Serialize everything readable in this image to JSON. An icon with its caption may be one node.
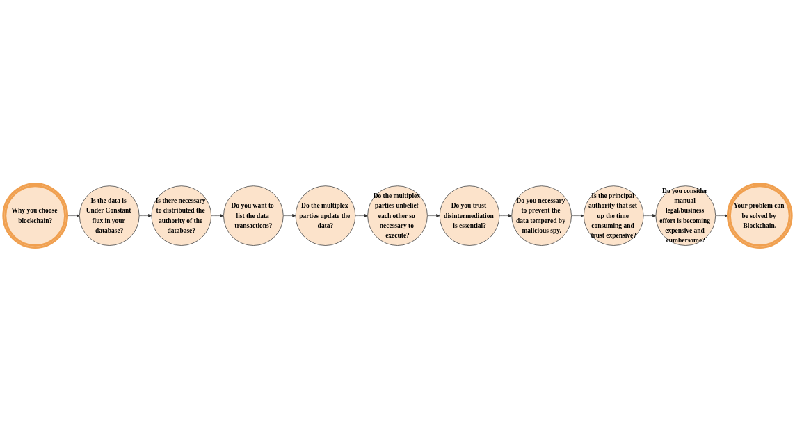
{
  "diagram": {
    "nodes": [
      {
        "text": [
          "Why you choose blockchain?"
        ]
      },
      {
        "text": [
          "Is the data is Under Constant flux in your database?"
        ]
      },
      {
        "text": [
          "Is there necessary to distributed the authority of the database?"
        ]
      },
      {
        "text": [
          "Do you want to list the data transactions?"
        ]
      },
      {
        "text": [
          "Do the multiplex parties update the data?"
        ]
      },
      {
        "text": [
          "Do the multiplex parties unbelief each other so necessary to execute?"
        ]
      },
      {
        "text": [
          "Do you trust disintermediation is essential?"
        ]
      },
      {
        "text": [
          "Do you necessary to prevent the data tempered by malicious spy."
        ]
      },
      {
        "text": [
          "Is the principal authority that set up the time consuming and trust expensive?"
        ]
      },
      {
        "text": [
          "Do you consider manual legal/business effort is becoming expensive and cumbersome?"
        ]
      },
      {
        "text": [
          "Your problem can be solved by Blockchain."
        ]
      }
    ],
    "edges": [
      {
        "from": 0,
        "to": 1,
        "arrow": "to"
      },
      {
        "from": 1,
        "to": 2,
        "arrow": "to"
      },
      {
        "from": 2,
        "to": 3,
        "arrow": "to"
      },
      {
        "from": 3,
        "to": 4,
        "arrow": "to"
      },
      {
        "from": 4,
        "to": 5,
        "arrow": "to"
      },
      {
        "from": 5,
        "to": 6,
        "arrow": "to"
      },
      {
        "from": 6,
        "to": 7,
        "arrow": "to"
      },
      {
        "from": 7,
        "to": 8,
        "arrow": "to"
      },
      {
        "from": 8,
        "to": 9,
        "arrow": "to"
      },
      {
        "from": 9,
        "to": 10,
        "arrow": "to"
      }
    ]
  }
}
